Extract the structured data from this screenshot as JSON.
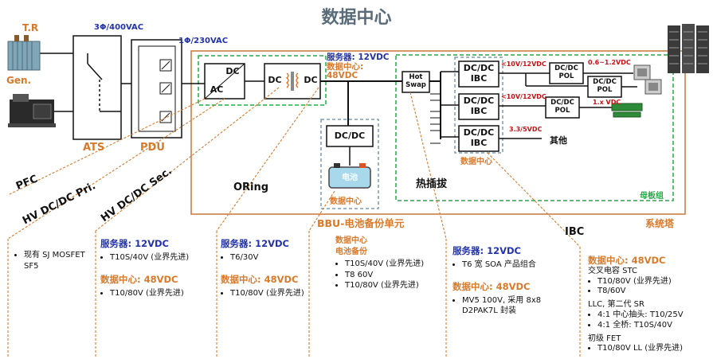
{
  "title": "数据中心",
  "left": {
    "tr": "T.R",
    "gen": "Gen.",
    "ats": "ATS",
    "pdu": "PDU",
    "v3": "3Φ/400VAC",
    "v1": "1Φ/230VAC"
  },
  "pfc": {
    "dc": "DC",
    "ac": "AC"
  },
  "llc": {
    "dc1": "DC",
    "dc2": "DC"
  },
  "bus": {
    "server": "服务器: 12VDC",
    "dc_label": "数据中心:",
    "dc_value": "48VDC"
  },
  "bbu": {
    "dcdc": "DC/DC",
    "battery": "电池",
    "label": "数据中心",
    "title": "BBU-电池备份单元"
  },
  "hotswap": "Hot\nSwap",
  "ibc": {
    "box1": "DC/DC\nIBC",
    "box2": "DC/DC\nIBC",
    "box3": "DC/DC\nIBC",
    "label": "数据中心"
  },
  "pol": {
    "box1": "DC/DC\nPOL",
    "box2": "DC/DC\nPOL",
    "box3": "DC/DC\nPOL"
  },
  "volt": {
    "v1": "<10V/12VDC",
    "v2": "<10V/12VDC",
    "v3": "3.3/5VDC",
    "v4": "0.6~1.2VDC",
    "v5": "1.x VDC"
  },
  "other": "其他",
  "hot_plug": "热插拔",
  "motherboard": "母板组",
  "system_tower": "系统塔",
  "slanted": {
    "pfc": "PFC",
    "hv_pri": "HV DC/DC Pri.",
    "hv_sec": "HV DC/DC Sec."
  },
  "oring": "ORing",
  "ibc_label": "IBC",
  "columns": [
    {
      "lines": [
        "现有 SJ MOSFET",
        "SF5"
      ]
    },
    {
      "h1": "服务器: 12VDC",
      "l1": [
        "T10S/40V (业界先进)"
      ],
      "h2": "数据中心: 48VDC",
      "l2": [
        "T10/80V (业界先进)"
      ]
    },
    {
      "h1": "服务器: 12VDC",
      "l1": [
        "T6/30V"
      ],
      "h2": "数据中心: 48VDC",
      "l2": [
        "T10/80V (业界先进)"
      ]
    },
    {
      "h1": "数据中心",
      "h1b": "电池备份",
      "l1": [
        "T10S/40V (业界先进)",
        "T8 60V",
        "T10/80V (业界先进)"
      ]
    },
    {
      "h1": "服务器: 12VDC",
      "l1": [
        "T6 宽 SOA 产品组合"
      ],
      "h2": "数据中心: 48VDC",
      "l2": [
        "MV5 100V, 采用 8x8 D2PAK7L 封装"
      ]
    },
    {
      "h1": "数据中心: 48VDC",
      "t1": "交叉电容 STC",
      "l1": [
        "T10/80V (业界先进)",
        "T8/60V"
      ],
      "t2": "LLC, 第二代 SR",
      "l2": [
        "4:1 中心抽头: T10/25V",
        "4:1 全桥: T10S/40V"
      ],
      "t3": "初级 FET",
      "l3": [
        "T10/80V LL (业界先进)"
      ]
    }
  ],
  "colors": {
    "orange": "#d97a2b",
    "blue": "#2233aa",
    "green": "#22aa44",
    "red": "#cc1111",
    "title": "#5a6b7a"
  }
}
